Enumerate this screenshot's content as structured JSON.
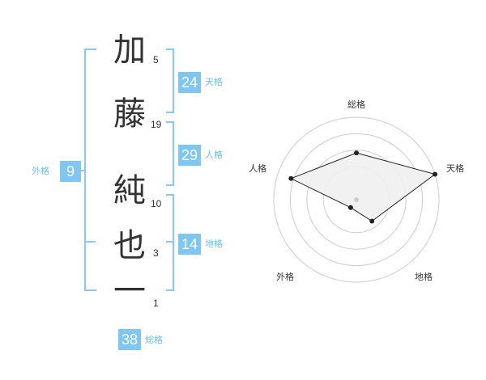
{
  "name": {
    "characters": [
      {
        "char": "加",
        "strokes": "5"
      },
      {
        "char": "藤",
        "strokes": "19"
      },
      {
        "char": "純",
        "strokes": "10"
      },
      {
        "char": "也",
        "strokes": "3"
      },
      {
        "char": "一",
        "strokes": "1"
      }
    ]
  },
  "scores": {
    "tenkaku": {
      "value": "24",
      "label": "天格"
    },
    "jinkaku": {
      "value": "29",
      "label": "人格"
    },
    "chikaku": {
      "value": "14",
      "label": "地格"
    },
    "gaikaku": {
      "value": "9",
      "label": "外格"
    },
    "soukaku": {
      "value": "38",
      "label": "総格"
    }
  },
  "radar": {
    "axes": [
      "総格",
      "天格",
      "地格",
      "外格",
      "人格"
    ],
    "levels": [
      0.51,
      1.0,
      0.23,
      0.0,
      0.81
    ]
  },
  "colors": {
    "accent": "#7fc6f2",
    "bracket": "#8cc8ee",
    "ring": "#cccccc",
    "polygon_fill": "#efefef",
    "polygon_stroke": "#222222"
  }
}
